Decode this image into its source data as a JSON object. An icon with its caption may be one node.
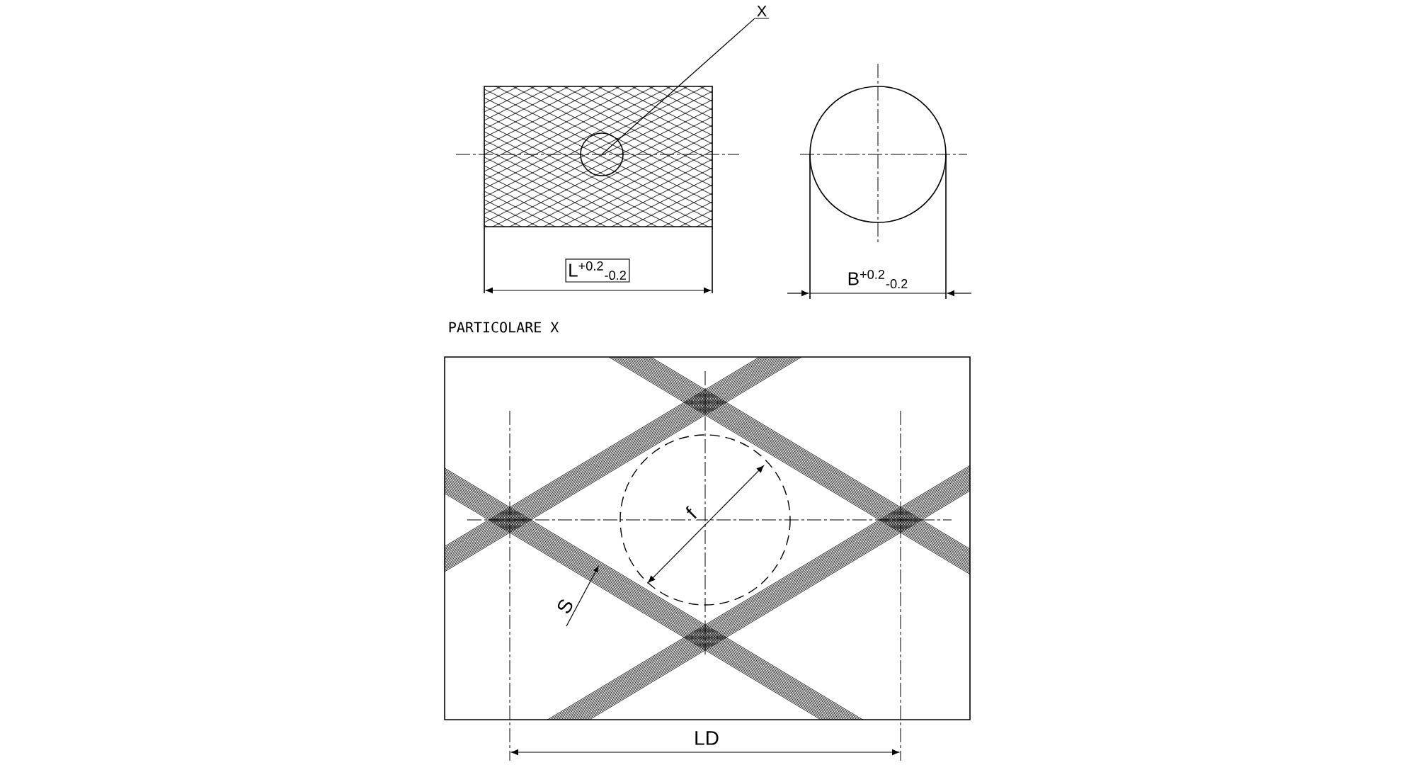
{
  "diagram": {
    "nodes": [
      {
        "text": [
          "X"
        ]
      },
      {
        "text": [],
        "shape": "circle"
      }
    ],
    "edges": [
      {
        "from": 0,
        "to": 1,
        "arrow": "none"
      }
    ],
    "labels": [
      "L$^{+0.2}$$_{-0.2}$",
      "B$^{+0.2}$$_{-0.2}$",
      "PARTICOLARE X",
      "f",
      "S",
      "LD"
    ]
  }
}
